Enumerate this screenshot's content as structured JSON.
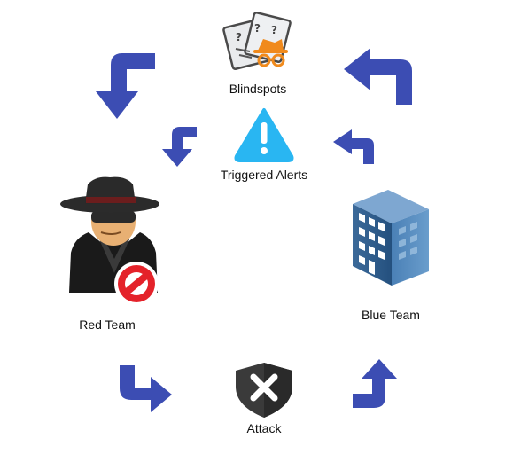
{
  "nodes": {
    "blindspots": {
      "label": "Blindspots",
      "icon": "incognito-paper-icon"
    },
    "triggered_alerts": {
      "label": "Triggered Alerts",
      "icon": "warning-triangle-icon"
    },
    "red_team": {
      "label": "Red Team",
      "icon": "hacker-spy-icon"
    },
    "blue_team": {
      "label": "Blue Team",
      "icon": "office-building-icon"
    },
    "attack": {
      "label": "Attack",
      "icon": "shield-x-icon"
    }
  },
  "colors": {
    "arrow": "#3c4db3",
    "alert": "#29b6f2",
    "building": "#3f6e9e",
    "shield": "#3a3a3a",
    "incognito": "#f08a1c",
    "forbidden": "#e4222a"
  }
}
